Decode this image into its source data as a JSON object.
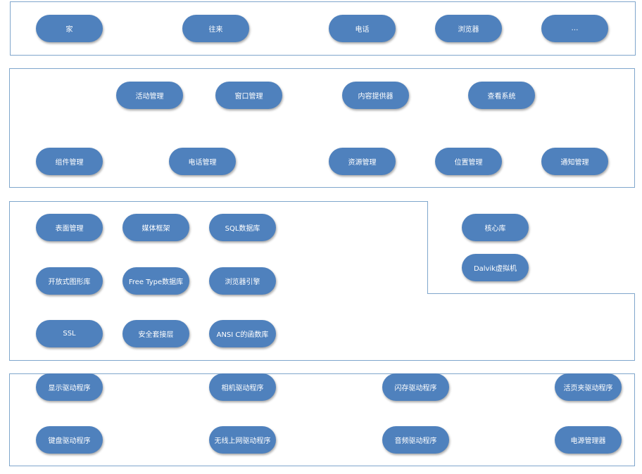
{
  "applications": {
    "home": "家",
    "contacts": "往来",
    "phone": "电话",
    "browser": "浏览器",
    "more": "…"
  },
  "framework": {
    "activity_manager": "活动管理",
    "window_manager": "窗口管理",
    "content_provider": "内容提供器",
    "view_system": "查看系统",
    "package_manager": "组件管理",
    "telephony_manager": "电话管理",
    "resource_manager": "资源管理",
    "location_manager": "位置管理",
    "notification_manager": "通知管理"
  },
  "libraries": {
    "surface_manager": "表面管理",
    "media_framework": "媒体框架",
    "sqlite": "SQL数据库",
    "opengl": "开放式图形库",
    "freetype": "Free Type数据库",
    "webkit": "浏览器引擎",
    "ssl": "SSL",
    "secure_socket": "安全套接层",
    "libc": "ANSI C的函数库"
  },
  "runtime": {
    "core_libraries": "核心库",
    "dalvik": "Dalvik虚拟机"
  },
  "kernel": {
    "display_driver": "显示驱动程序",
    "camera_driver": "相机驱动程序",
    "flash_driver": "闪存驱动程序",
    "binder_driver": "活页夹驱动程序",
    "keypad_driver": "键盘驱动程序",
    "wifi_driver": "无线上网驱动程序",
    "audio_driver": "音频驱动程序",
    "power_manager": "电源管理器"
  }
}
